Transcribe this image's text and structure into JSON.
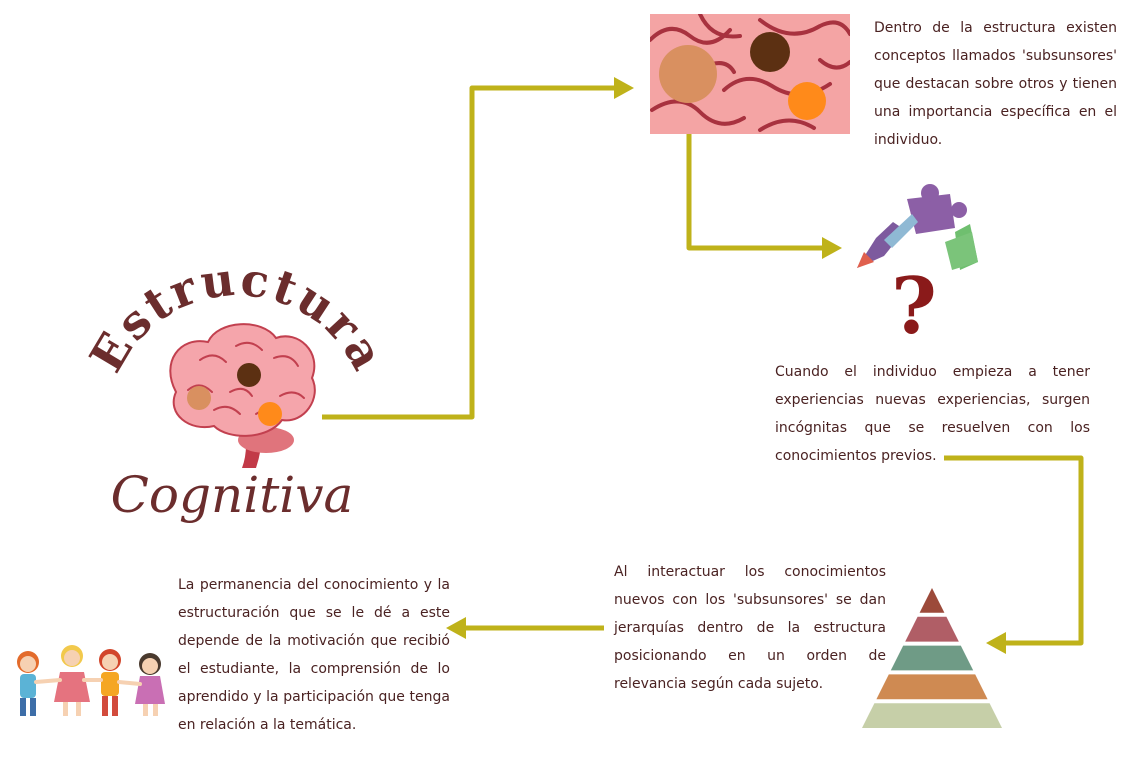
{
  "title": {
    "word1": "Estructura",
    "word2": "Cognitiva"
  },
  "paragraphs": {
    "p1": "Dentro de la estructura existen conceptos llamados 'subsunsores' que destacan sobre otros y tienen una importancia específica en el individuo.",
    "p2": "Cuando el individuo empieza a tener experiencias nuevas experiencias, surgen incógnitas que se resuelven con los conocimientos previos.",
    "p3": "Al interactuar los conocimientos nuevos con los 'subsunsores' se dan jerarquías dentro de la estructura posicionando en un orden de relevancia según cada sujeto.",
    "p4": "La permanencia del conocimiento y la estructuración que se le dé a este depende de la motivación que recibió el estudiante, la comprensión de lo aprendido y la participación que tenga en relación a la temática."
  },
  "colors": {
    "arrow": "#bfb21a",
    "title": "#6b2d2d",
    "brain_pink": "#f4a4a4",
    "brain_line": "#a8323f",
    "spot_tan": "#d99060",
    "spot_brown": "#5c3012",
    "spot_orange": "#ff8a1a",
    "question_mark": "#8a1a1a",
    "pyramid": [
      "#9c4a3a",
      "#b05e66",
      "#6f9b86",
      "#cf8a52",
      "#c6cfa8"
    ]
  },
  "icons": [
    "brain-illustration",
    "brain-texture-icon",
    "puzzle-brush-icon",
    "question-mark-icon",
    "pyramid-icon",
    "children-illustration"
  ]
}
